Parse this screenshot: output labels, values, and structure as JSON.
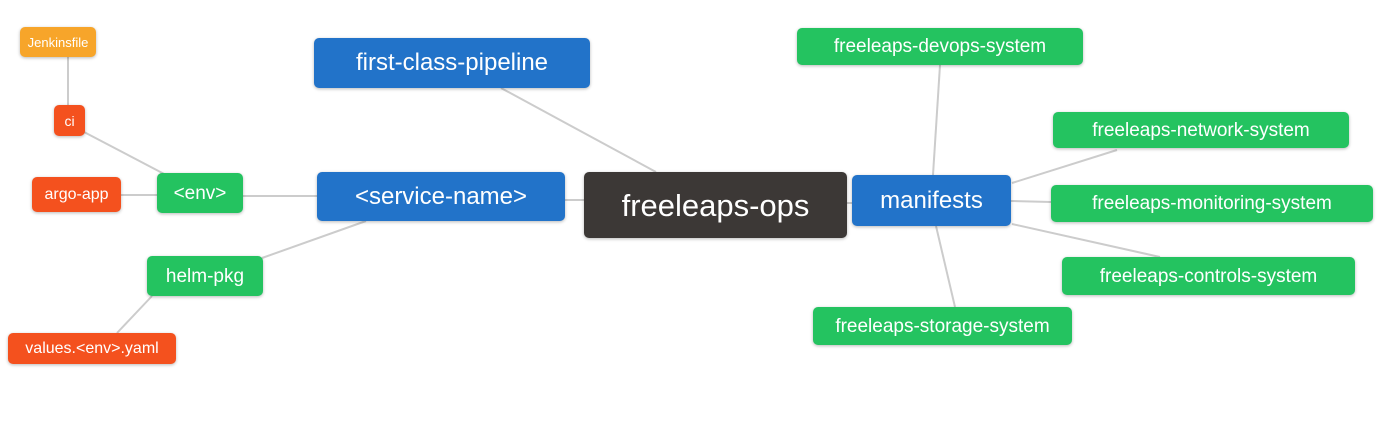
{
  "diagram": {
    "type": "mindmap",
    "background": "#ffffff",
    "edge_color": "#cccccc",
    "palette": {
      "blue": "#2273c9",
      "green": "#24c360",
      "red": "#f4511e",
      "orange": "#f7a52a",
      "dark": "#3c3836",
      "text": "#ffffff"
    },
    "nodes": {
      "jenkinsfile": {
        "label": "Jenkinsfile",
        "color": "#f7a52a"
      },
      "ci": {
        "label": "ci",
        "color": "#f4511e"
      },
      "argo_app": {
        "label": "argo-app",
        "color": "#f4511e"
      },
      "env": {
        "label": "<env>",
        "color": "#24c360"
      },
      "helm_pkg": {
        "label": "helm-pkg",
        "color": "#24c360"
      },
      "values_env_yaml": {
        "label": "values.<env>.yaml",
        "color": "#f4511e"
      },
      "first_class_pipeline": {
        "label": "first-class-pipeline",
        "color": "#2273c9"
      },
      "service_name": {
        "label": "<service-name>",
        "color": "#2273c9"
      },
      "freeleaps_ops": {
        "label": "freeleaps-ops",
        "color": "#3c3836"
      },
      "manifests": {
        "label": "manifests",
        "color": "#2273c9"
      },
      "devops_system": {
        "label": "freeleaps-devops-system",
        "color": "#24c360"
      },
      "network_system": {
        "label": "freeleaps-network-system",
        "color": "#24c360"
      },
      "monitoring_system": {
        "label": "freeleaps-monitoring-system",
        "color": "#24c360"
      },
      "controls_system": {
        "label": "freeleaps-controls-system",
        "color": "#24c360"
      },
      "storage_system": {
        "label": "freeleaps-storage-system",
        "color": "#24c360"
      }
    },
    "edges": [
      {
        "from": "Jenkinsfile",
        "to": "ci"
      },
      {
        "from": "ci",
        "to": "<env>"
      },
      {
        "from": "argo-app",
        "to": "<env>"
      },
      {
        "from": "<env>",
        "to": "<service-name>"
      },
      {
        "from": "helm-pkg",
        "to": "<service-name>"
      },
      {
        "from": "values.<env>.yaml",
        "to": "helm-pkg"
      },
      {
        "from": "first-class-pipeline",
        "to": "freeleaps-ops"
      },
      {
        "from": "<service-name>",
        "to": "freeleaps-ops"
      },
      {
        "from": "freeleaps-ops",
        "to": "manifests"
      },
      {
        "from": "manifests",
        "to": "freeleaps-devops-system"
      },
      {
        "from": "manifests",
        "to": "freeleaps-network-system"
      },
      {
        "from": "manifests",
        "to": "freeleaps-monitoring-system"
      },
      {
        "from": "manifests",
        "to": "freeleaps-controls-system"
      },
      {
        "from": "manifests",
        "to": "freeleaps-storage-system"
      }
    ]
  }
}
